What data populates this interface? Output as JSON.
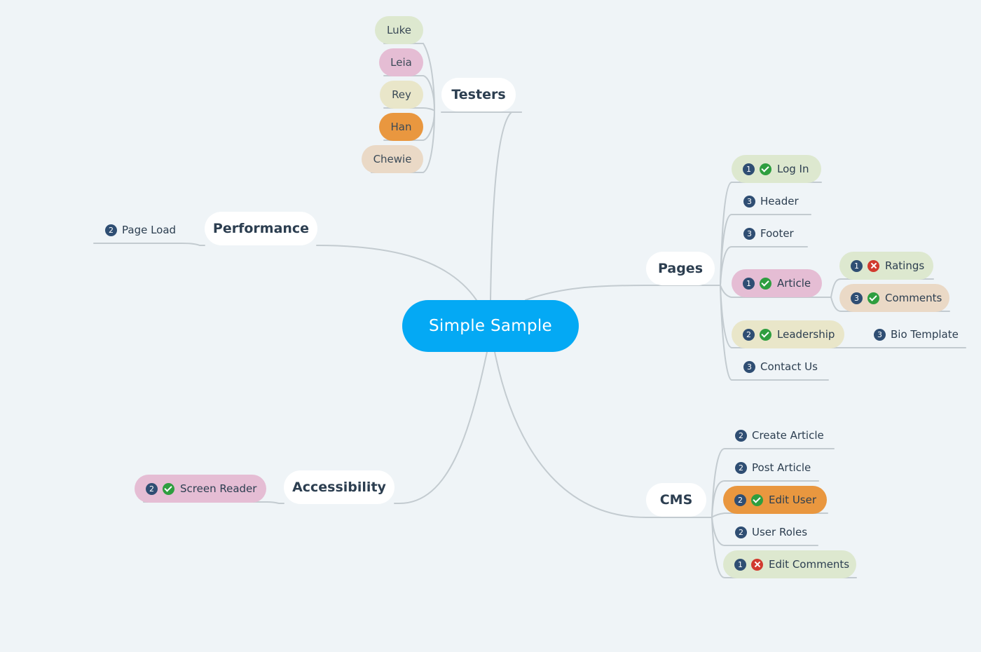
{
  "colors": {
    "background": "#eff4f7",
    "root": "#04a9f4",
    "line": "#c3cbd0",
    "green": "#dde8cf",
    "pink": "#e5bdd4",
    "beige": "#e9e6c9",
    "orange": "#e9973f",
    "tan": "#ead9c6",
    "badge": "#2f4e73",
    "check": "#2e9e3f",
    "cross": "#d13a2e"
  },
  "root": {
    "label": "Simple Sample"
  },
  "testers": {
    "label": "Testers",
    "members": [
      "Luke",
      "Leia",
      "Rey",
      "Han",
      "Chewie"
    ]
  },
  "performance": {
    "label": "Performance",
    "items": [
      {
        "num": "2",
        "label": "Page Load"
      }
    ]
  },
  "accessibility": {
    "label": "Accessibility",
    "items": [
      {
        "num": "2",
        "status": "check-icon",
        "label": "Screen Reader"
      }
    ]
  },
  "pages": {
    "label": "Pages",
    "items": [
      {
        "num": "1",
        "status": "check-icon",
        "label": "Log In"
      },
      {
        "num": "3",
        "label": "Header"
      },
      {
        "num": "3",
        "label": "Footer"
      },
      {
        "num": "1",
        "status": "check-icon",
        "label": "Article",
        "children": [
          {
            "num": "1",
            "status": "cross-icon",
            "label": "Ratings"
          },
          {
            "num": "3",
            "status": "check-icon",
            "label": "Comments"
          }
        ]
      },
      {
        "num": "2",
        "status": "check-icon",
        "label": "Leadership",
        "children": [
          {
            "num": "3",
            "label": "Bio Template"
          }
        ]
      },
      {
        "num": "3",
        "label": "Contact Us"
      }
    ]
  },
  "cms": {
    "label": "CMS",
    "items": [
      {
        "num": "2",
        "label": "Create Article"
      },
      {
        "num": "2",
        "label": "Post Article"
      },
      {
        "num": "2",
        "status": "check-icon",
        "label": "Edit User"
      },
      {
        "num": "2",
        "label": "User Roles"
      },
      {
        "num": "1",
        "status": "cross-icon",
        "label": "Edit Comments"
      }
    ]
  }
}
